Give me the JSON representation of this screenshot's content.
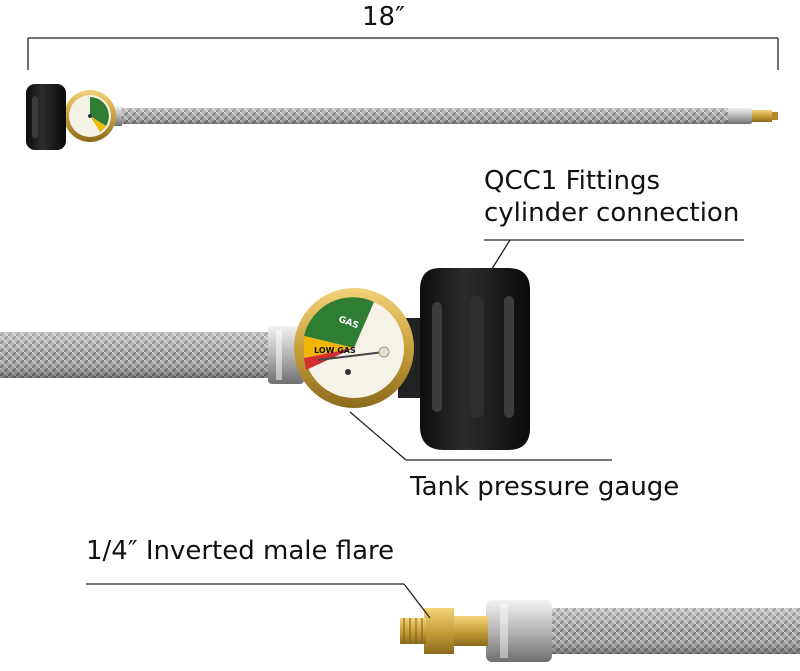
{
  "dimension": {
    "length_label": "18″"
  },
  "callouts": {
    "fitting_line1": "QCC1 Fittings",
    "fitting_line2": "cylinder connection",
    "gauge": "Tank pressure gauge",
    "flare": "1/4″  Inverted male flare"
  },
  "gauge_face": {
    "gas_label": "GAS",
    "low_gas_label": "LOW GAS"
  },
  "colors": {
    "gauge_green": "#2e7d32",
    "gauge_yellow": "#f2b705",
    "gauge_red": "#d32f2f",
    "brass": "#c9a13b",
    "fitting_black": "#1a1a1a",
    "hose_steel": "#9a9a9a"
  }
}
